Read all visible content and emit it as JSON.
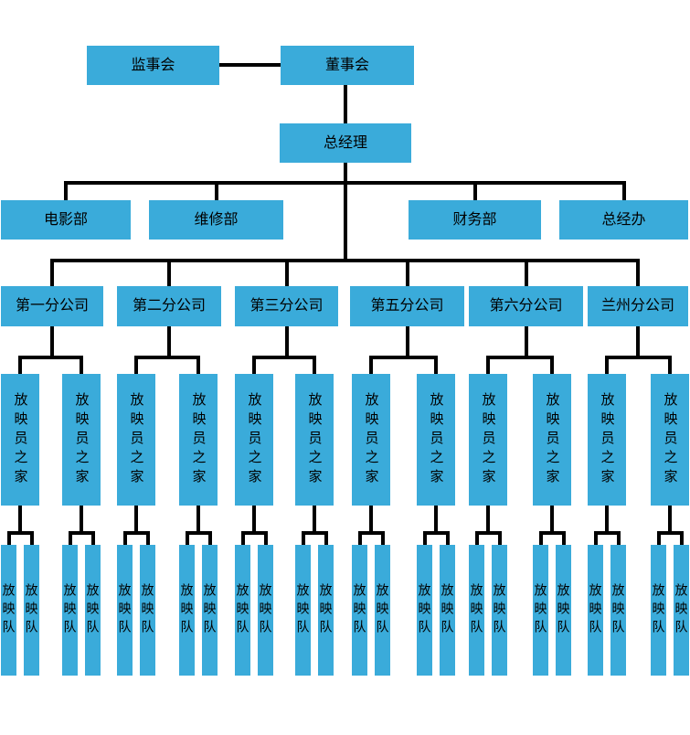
{
  "colors": {
    "node_fill": "#3AABDA",
    "node_text": "#000000",
    "connector": "#000000",
    "background": "#FFFFFF"
  },
  "top_row": {
    "supervisory_board": "监事会",
    "board_of_directors": "董事会"
  },
  "general_manager": "总经理",
  "departments": [
    {
      "label": "电影部"
    },
    {
      "label": "维修部"
    },
    {
      "label": "财务部"
    },
    {
      "label": "总经办"
    }
  ],
  "branches": [
    {
      "label": "第一分公司",
      "homes": [
        {
          "label": "放映员之家",
          "teams": [
            {
              "label": "放映队"
            },
            {
              "label": "放映队"
            }
          ]
        },
        {
          "label": "放映员之家",
          "teams": [
            {
              "label": "放映队"
            },
            {
              "label": "放映队"
            }
          ]
        }
      ]
    },
    {
      "label": "第二分公司",
      "homes": [
        {
          "label": "放映员之家",
          "teams": [
            {
              "label": "放映队"
            },
            {
              "label": "放映队"
            }
          ]
        },
        {
          "label": "放映员之家",
          "teams": [
            {
              "label": "放映队"
            },
            {
              "label": "放映队"
            }
          ]
        }
      ]
    },
    {
      "label": "第三分公司",
      "homes": [
        {
          "label": "放映员之家",
          "teams": [
            {
              "label": "放映队"
            },
            {
              "label": "放映队"
            }
          ]
        },
        {
          "label": "放映员之家",
          "teams": [
            {
              "label": "放映队"
            },
            {
              "label": "放映队"
            }
          ]
        }
      ]
    },
    {
      "label": "第五分公司",
      "homes": [
        {
          "label": "放映员之家",
          "teams": [
            {
              "label": "放映队"
            },
            {
              "label": "放映队"
            }
          ]
        },
        {
          "label": "放映员之家",
          "teams": [
            {
              "label": "放映队"
            },
            {
              "label": "放映队"
            }
          ]
        }
      ]
    },
    {
      "label": "第六分公司",
      "homes": [
        {
          "label": "放映员之家",
          "teams": [
            {
              "label": "放映队"
            },
            {
              "label": "放映队"
            }
          ]
        },
        {
          "label": "放映员之家",
          "teams": [
            {
              "label": "放映队"
            },
            {
              "label": "放映队"
            }
          ]
        }
      ]
    },
    {
      "label": "兰州分公司",
      "homes": [
        {
          "label": "放映员之家",
          "teams": [
            {
              "label": "放映队"
            },
            {
              "label": "放映队"
            }
          ]
        },
        {
          "label": "放映员之家",
          "teams": [
            {
              "label": "放映队"
            },
            {
              "label": "放映队"
            }
          ]
        }
      ]
    }
  ]
}
